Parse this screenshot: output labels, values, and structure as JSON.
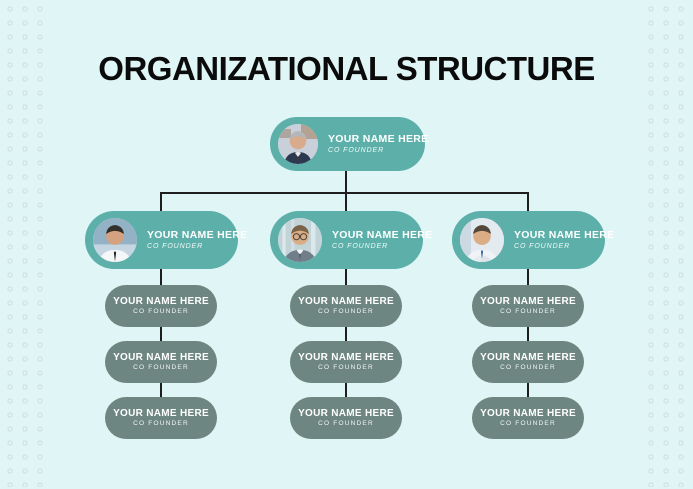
{
  "title": "ORGANIZATIONAL STRUCTURE",
  "palette": {
    "background": "#e0f5f6",
    "node_teal": "#5cb0a9",
    "node_gray": "#6d8681",
    "connector": "#1e1e1e",
    "title_text": "#0b0b0b",
    "dot_ring": "#cfe0e3",
    "node_text": "#ffffff"
  },
  "org_chart": {
    "root": {
      "name": "YOUR NAME HERE",
      "role": "CO FOUNDER",
      "photo": "portrait-older-man-gray-hair-dark-suit"
    },
    "branches": [
      {
        "manager": {
          "name": "YOUR NAME HERE",
          "role": "CO FOUNDER",
          "photo": "portrait-man-white-shirt-black-tie"
        },
        "reports": [
          {
            "name": "YOUR NAME HERE",
            "role": "CO FOUNDER"
          },
          {
            "name": "YOUR NAME HERE",
            "role": "CO FOUNDER"
          },
          {
            "name": "YOUR NAME HERE",
            "role": "CO FOUNDER"
          }
        ]
      },
      {
        "manager": {
          "name": "YOUR NAME HERE",
          "role": "CO FOUNDER",
          "photo": "portrait-man-glasses-gray-suit"
        },
        "reports": [
          {
            "name": "YOUR NAME HERE",
            "role": "CO FOUNDER"
          },
          {
            "name": "YOUR NAME HERE",
            "role": "CO FOUNDER"
          },
          {
            "name": "YOUR NAME HERE",
            "role": "CO FOUNDER"
          }
        ]
      },
      {
        "manager": {
          "name": "YOUR NAME HERE",
          "role": "CO FOUNDER",
          "photo": "portrait-man-blue-striped-tie-arms-crossed"
        },
        "reports": [
          {
            "name": "YOUR NAME HERE",
            "role": "CO FOUNDER"
          },
          {
            "name": "YOUR NAME HERE",
            "role": "CO FOUNDER"
          },
          {
            "name": "YOUR NAME HERE",
            "role": "CO FOUNDER"
          }
        ]
      }
    ]
  }
}
